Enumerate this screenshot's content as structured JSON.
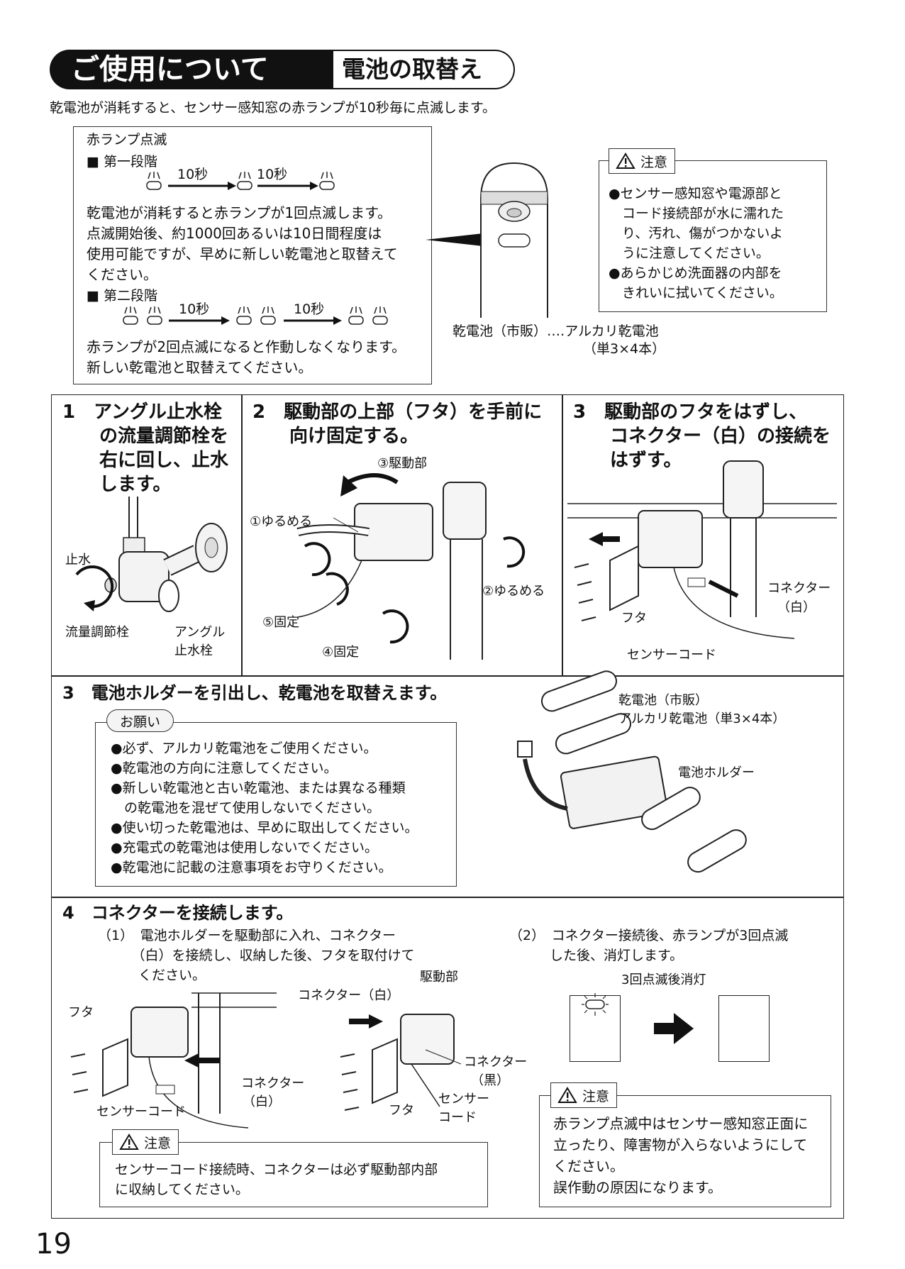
{
  "header": {
    "title": "ご使用について",
    "subtitle": "電池の取替え",
    "intro": "乾電池が消耗すると、センサー感知窓の赤ランプが10秒毎に点滅します。"
  },
  "lamp_box": {
    "title": "赤ランプ点滅",
    "stage1_label": "第一段階",
    "interval_label": "10秒",
    "stage1_text": [
      "乾電池が消耗すると赤ランプが1回点滅します。",
      "点滅開始後、約1000回あるいは10日間程度は",
      "使用可能ですが、早めに新しい乾電池と取替えて",
      "ください。"
    ],
    "stage2_label": "第二段階",
    "stage2_text": [
      "赤ランプが2回点滅になると作動しなくなります。",
      "新しい乾電池と取替えてください。"
    ]
  },
  "battery_spec": {
    "line1": "乾電池（市販）‥‥アルカリ乾電池",
    "line2": "（単3×4本）"
  },
  "caution_top": {
    "label": "注意",
    "lines": [
      "●センサー感知窓や電源部と",
      "　コード接続部が水に濡れた",
      "　り、汚れ、傷がつかないよ",
      "　うに注意してください。",
      "●あらかじめ洗面器の内部を",
      "　きれいに拭いてください。"
    ]
  },
  "step1": {
    "lines": [
      "1　アングル止水栓",
      "　　の流量調節栓を",
      "　　右に回し、止水",
      "　　します。"
    ],
    "label_stop": "止水",
    "label_flow": "流量調節栓",
    "label_angle1": "アングル",
    "label_angle2": "止水栓"
  },
  "step2": {
    "lines": [
      "2　駆動部の上部（フタ）を手前に",
      "　　向け固定する。"
    ],
    "label_drive": "③駆動部",
    "label_loosen1": "①ゆるめる",
    "label_loosen2": "②ゆるめる",
    "label_fix5": "⑤固定",
    "label_fix4": "④固定"
  },
  "step3a": {
    "lines": [
      "3　駆動部のフタをはずし、",
      "　　コネクター（白）の接続を",
      "　　はずす。"
    ],
    "label_connector1": "コネクター",
    "label_connector2": "（白）",
    "label_lid": "フタ",
    "label_cord": "センサーコード"
  },
  "step3b": {
    "title": "3　電池ホルダーを引出し、乾電池を取替えます。",
    "request_label": "お願い",
    "request_lines": [
      "●必ず、アルカリ乾電池をご使用ください。",
      "●乾電池の方向に注意してください。",
      "●新しい乾電池と古い乾電池、または異なる種類",
      "　の乾電池を混ぜて使用しないでください。",
      "●使い切った乾電池は、早めに取出してください。",
      "●充電式の乾電池は使用しないでください。",
      "●乾電池に記載の注意事項をお守りください。"
    ],
    "label_battery1": "乾電池（市販）",
    "label_battery2": "アルカリ乾電池（単3×4本）",
    "label_holder": "電池ホルダー"
  },
  "step4": {
    "title": "4　コネクターを接続します。",
    "sub1_lines": [
      "（1）　電池ホルダーを駆動部に入れ、コネクター",
      "　　　（白）を接続し、収納した後、フタを取付けて",
      "　　　ください。"
    ],
    "sub2_lines": [
      "（2）　コネクター接続後、赤ランプが3回点滅",
      "　　　した後、消灯します。"
    ],
    "label_lid": "フタ",
    "label_conn_white1": "コネクター",
    "label_conn_white2": "（白）",
    "label_cord": "センサーコード",
    "label_conn_white_top": "コネクター（白）",
    "label_drive": "駆動部",
    "label_conn_black1": "コネクター",
    "label_conn_black2": "（黒）",
    "label_lid2": "フタ",
    "label_sensor1": "センサー",
    "label_sensor2": "コード",
    "label_off": "3回点滅後消灯",
    "caution_left_label": "注意",
    "caution_left_lines": [
      "センサーコード接続時、コネクターは必ず駆動部内部",
      "に収納してください。"
    ],
    "caution_right_label": "注意",
    "caution_right_lines": [
      "赤ランプ点滅中はセンサー感知窓正面に",
      "立ったり、障害物が入らないようにして",
      "ください。",
      "誤作動の原因になります。"
    ]
  },
  "page_number": "19"
}
